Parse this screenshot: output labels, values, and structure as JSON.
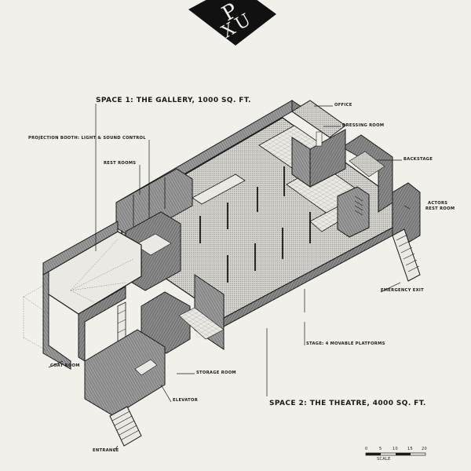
{
  "logo": {
    "line1": "P",
    "line2": "XU",
    "color": "#111111"
  },
  "labels": {
    "space1": "SPACE 1: THE GALLERY, 1000 SQ. FT.",
    "space2": "SPACE 2: THE THEATRE, 4000 SQ. FT.",
    "office": "OFFICE",
    "dressing_room": "DRESSING ROOM",
    "projection_booth": "PROJECTION BOOTH: LIGHT & SOUND CONTROL",
    "rest_rooms": "REST ROOMS",
    "backstage": "BACKSTAGE",
    "actors_rest_room_1": "ACTORS",
    "actors_rest_room_2": "REST ROOM",
    "emergency_exit": "EMERGENCY EXIT",
    "stage_platforms": "STAGE: 4 MOVABLE PLATFORMS",
    "coat_room": "COAT ROOM",
    "storage_room": "STORAGE ROOM",
    "elevator": "ELEVATOR",
    "entrance": "ENTRANCE"
  },
  "scale": {
    "ticks": [
      "0",
      "5",
      "10",
      "15",
      "20"
    ],
    "caption": "SCALE"
  },
  "colors": {
    "ink": "#1a1a1a",
    "paper": "#f2f0ea",
    "wall_hatch": "#8c8c8c",
    "floor": "#dedcd6"
  }
}
